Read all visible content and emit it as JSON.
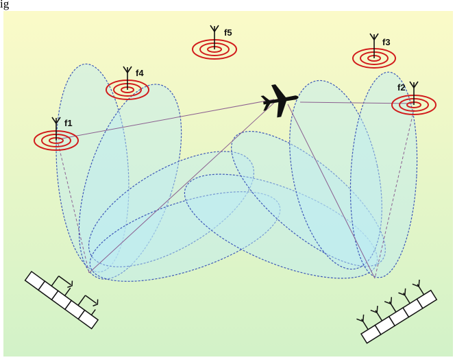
{
  "figure": {
    "header_text": "ig",
    "frequency_labels": [
      "f1",
      "f2",
      "f3",
      "f4",
      "f5"
    ],
    "colors": {
      "background_top": "#fbfac8",
      "background_bottom": "#d2f2c8",
      "beam_fill": "#bdebf5",
      "beam_stroke": "#3d57b8",
      "transmitter_rings": "#d11c1c",
      "link_line": "#8a5e8f",
      "aircraft": "#111111"
    },
    "icons": [
      "radio-antenna-icon",
      "aircraft-icon",
      "antenna-array-icon"
    ]
  }
}
